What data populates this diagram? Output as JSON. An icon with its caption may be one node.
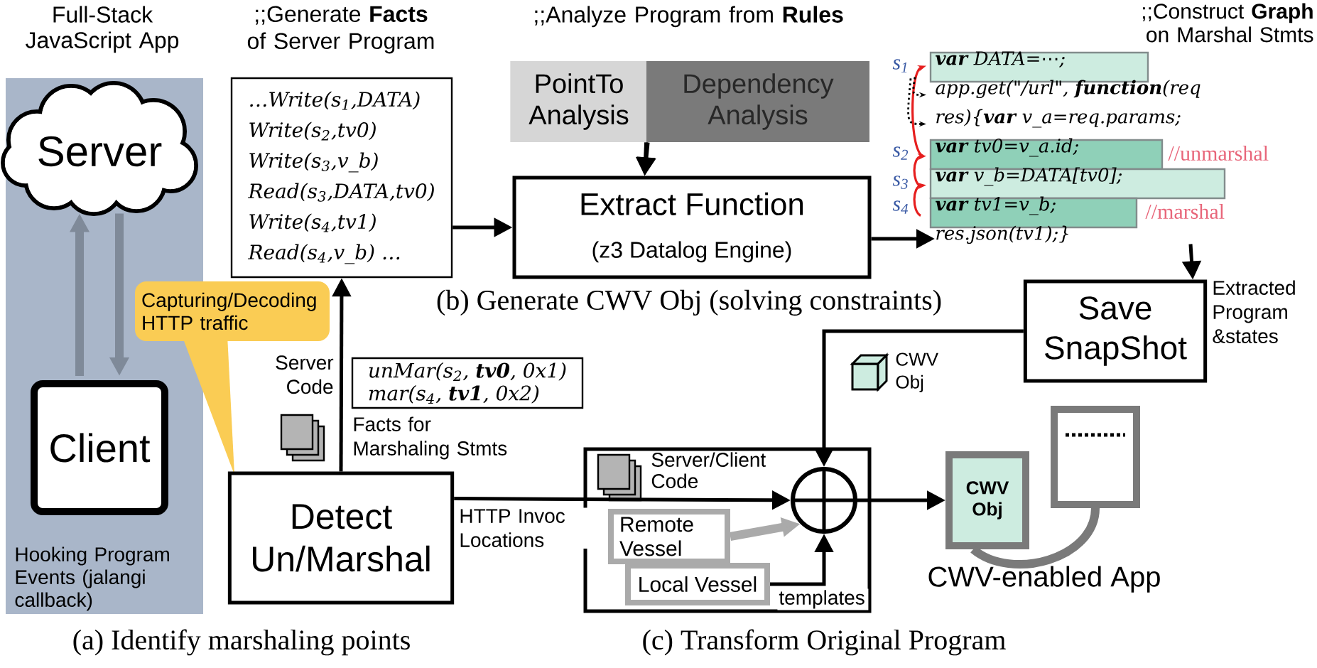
{
  "diagram": {
    "nodes": [
      {
        "text": [
          "Full-Stack JavaScript App",
          "Hooking Program Events (jalangi callback)"
        ]
      },
      {
        "text": [
          "Server"
        ],
        "in": 0
      },
      {
        "text": [
          "Client"
        ],
        "in": 0
      },
      {
        "text": [
          "Capturing/Decoding HTTP traffic"
        ]
      },
      {
        "text": [
          ";;Generate **Facts** of Server Program",
          "…Write(s$_{1}$,DATA)",
          "Write(s$_{2}$,tv0)",
          "Write(s$_{3}$,v_b)",
          "Read(s$_{3}$,DATA,tv0)",
          "Write(s$_{4}$,tv1)",
          "Read(s$_{4}$,v_b) …"
        ]
      },
      {
        "text": [
          "PointTo Analysis"
        ]
      },
      {
        "text": [
          "Dependency Analysis"
        ]
      },
      {
        "text": [
          "Extract Function",
          "(z3 Datalog Engine)"
        ]
      },
      {
        "text": [
          ";;Construct **Graph** on Marshal Stmts",
          "**var** DATA=⋯;",
          "app.get(\"/url\", **function**(req",
          "res){**var** v_a=req.params;",
          "**var** tv0=v_a.id;",
          "**var** v_b=DATA[tv0];",
          "**var** tv1=v_b;",
          "res.json(tv1);}"
        ]
      },
      {
        "text": [
          "Save SnapShot"
        ]
      },
      {
        "text": [
          "unMar(s$_{2}$, **tv0**, 0x1)",
          "mar(s$_{4}$, **tv1**, 0x2)"
        ]
      },
      {
        "text": [
          "Detect Un/Marshal"
        ]
      },
      {
        "text": [
          "Server/Client Code"
        ]
      },
      {
        "text": [
          "Remote Vessel"
        ],
        "in": 12
      },
      {
        "text": [
          "Local Vessel"
        ],
        "in": 12
      },
      {
        "text": [],
        "shape": "circle",
        "in": 12
      },
      {
        "text": [
          "CWV Obj"
        ],
        "beside": [
          "CWV-enabled App"
        ]
      },
      {
        "text": [],
        "shape": "box"
      }
    ],
    "edges": [
      {
        "from": 1,
        "to": 2,
        "arrow": "to",
        "style": "thick",
        "color": "#7f8a99"
      },
      {
        "from": 2,
        "to": 1,
        "arrow": "to",
        "style": "thick",
        "color": "#7f8a99"
      },
      {
        "from": 11,
        "to": 4,
        "arrow": "to"
      },
      {
        "from": 4,
        "to": 7,
        "arrow": "to"
      },
      {
        "from": 5,
        "to": 7,
        "arrow": "to"
      },
      {
        "from": 6,
        "to": 7,
        "arrow": "to"
      },
      {
        "from": 7,
        "to": 8,
        "arrow": "to"
      },
      {
        "from": 8,
        "to": 9,
        "arrow": "to",
        "label": "Extracted Program &states"
      },
      {
        "from": 9,
        "to": 15,
        "arrow": "to"
      },
      {
        "from": 11,
        "to": 15,
        "arrow": "to",
        "label": "HTTP Invoc Locations"
      },
      {
        "from": 13,
        "to": 15,
        "arrow": "to",
        "style": "thick",
        "color": "#aaaaaa"
      },
      {
        "from": 14,
        "to": 15,
        "arrow": "to",
        "label": "templates"
      },
      {
        "from": 15,
        "to": 16,
        "arrow": "to"
      },
      {
        "from": 16,
        "to": 17,
        "arrow": "none",
        "style": "thick",
        "color": "#7a7a7a"
      }
    ],
    "labels": [
      ";;Analyze Program from **Rules**",
      "(b) Generate CWV Obj (solving constraints)",
      "Server Code",
      "Facts for Marshaling Stmts",
      "CWV Obj",
      "s$_{1}$",
      "s$_{2}$",
      "s$_{3}$",
      "s$_{4}$",
      "//unmarshal",
      "//marshal",
      "(a) Identify marshaling points",
      "(c) Transform Original Program"
    ]
  }
}
